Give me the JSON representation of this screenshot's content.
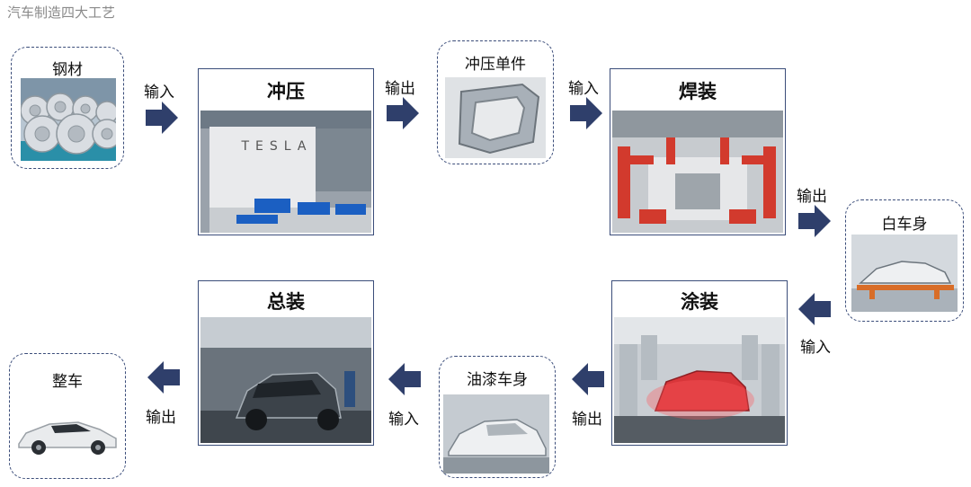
{
  "title": "汽车制造四大工艺",
  "colors": {
    "node_border": "#3b4d7a",
    "arrow_fill": "#2f3f6b"
  },
  "nodes": {
    "steel": {
      "label": "钢材",
      "image_icon": "steel-coils-image"
    },
    "stamping": {
      "label": "冲压",
      "image_icon": "stamping-press-image",
      "sign_text": "TESLA"
    },
    "stamped_parts": {
      "label": "冲压单件",
      "image_icon": "stamped-part-image"
    },
    "welding": {
      "label": "焊装",
      "image_icon": "welding-robots-image"
    },
    "body_in_white": {
      "label": "白车身",
      "image_icon": "body-in-white-image"
    },
    "painting": {
      "label": "涂装",
      "image_icon": "paint-shop-image"
    },
    "painted_body": {
      "label": "油漆车身",
      "image_icon": "painted-body-image"
    },
    "assembly": {
      "label": "总装",
      "image_icon": "assembly-line-image"
    },
    "vehicle": {
      "label": "整车",
      "image_icon": "finished-car-image"
    }
  },
  "arrows": {
    "a1": "输入",
    "a2": "输出",
    "a3": "输入",
    "a4": "输出",
    "a5": "输入",
    "a6": "输出",
    "a7": "输入",
    "a8": "输出"
  }
}
